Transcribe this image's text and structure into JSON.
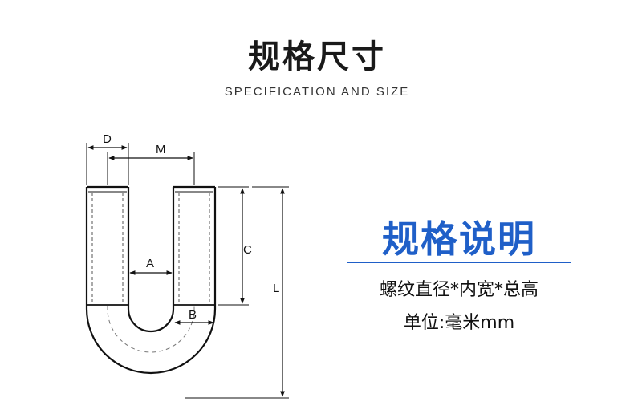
{
  "header": {
    "title": "规格尺寸",
    "subtitle": "SPECIFICATION AND SIZE"
  },
  "diagram": {
    "labels": {
      "d": "D",
      "m": "M",
      "a": "A",
      "c": "C",
      "l": "L",
      "b": "B"
    }
  },
  "spec": {
    "heading": "规格说明",
    "line1": "螺纹直径*内宽*总高",
    "line2": "单位:毫米mm"
  },
  "colors": {
    "accent": "#1f5fc8",
    "text": "#1a1a1a"
  }
}
